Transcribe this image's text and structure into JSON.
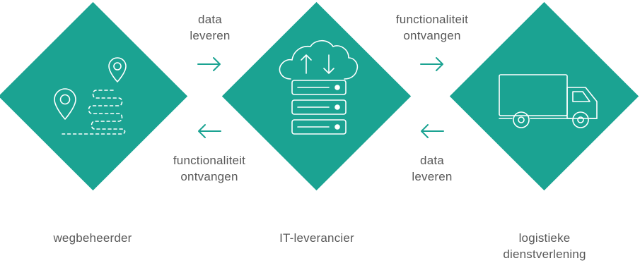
{
  "colors": {
    "diamond": "#1ba392",
    "arrow": "#1ba392",
    "icon_stroke": "#ffffff",
    "text": "#595959"
  },
  "nodes": [
    {
      "id": "wegbeheerder",
      "label_lines": [
        "wegbeheerder"
      ],
      "icon": "route-map-pin-icon"
    },
    {
      "id": "it-leverancier",
      "label_lines": [
        "IT-leverancier"
      ],
      "icon": "cloud-server-icon"
    },
    {
      "id": "logistiek",
      "label_lines": [
        "logistieke",
        "dienstverlening"
      ],
      "icon": "truck-icon"
    }
  ],
  "flows": {
    "left_top": {
      "lines": [
        "data",
        "leveren"
      ],
      "direction": "right"
    },
    "left_bottom": {
      "lines": [
        "functionaliteit",
        "ontvangen"
      ],
      "direction": "left"
    },
    "right_top": {
      "lines": [
        "functionaliteit",
        "ontvangen"
      ],
      "direction": "right"
    },
    "right_bottom": {
      "lines": [
        "data",
        "leveren"
      ],
      "direction": "left"
    }
  }
}
